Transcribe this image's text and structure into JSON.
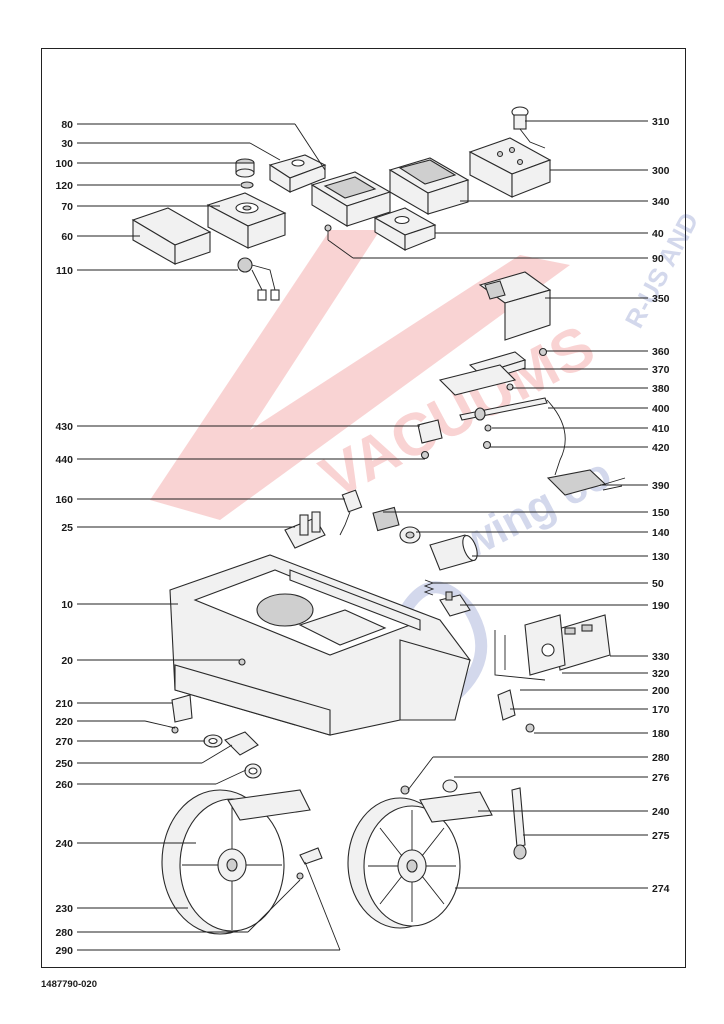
{
  "document_number": "1487790-020",
  "watermark": {
    "brand": "VACUUMS",
    "tagline": "R-US AND",
    "tail": "wing co",
    "red": "#e23a3a",
    "blue": "#3a4fa8"
  },
  "left_labels": [
    "80",
    "30",
    "100",
    "120",
    "70",
    "60",
    "110",
    "430",
    "440",
    "160",
    "25",
    "10",
    "20",
    "210",
    "220",
    "270",
    "250",
    "260",
    "240",
    "230",
    "280",
    "290"
  ],
  "right_labels": [
    "310",
    "300",
    "340",
    "40",
    "90",
    "350",
    "360",
    "370",
    "380",
    "400",
    "410",
    "420",
    "390",
    "150",
    "140",
    "130",
    "50",
    "190",
    "330",
    "320",
    "200",
    "170",
    "180",
    "280",
    "276",
    "240",
    "275",
    "274"
  ]
}
